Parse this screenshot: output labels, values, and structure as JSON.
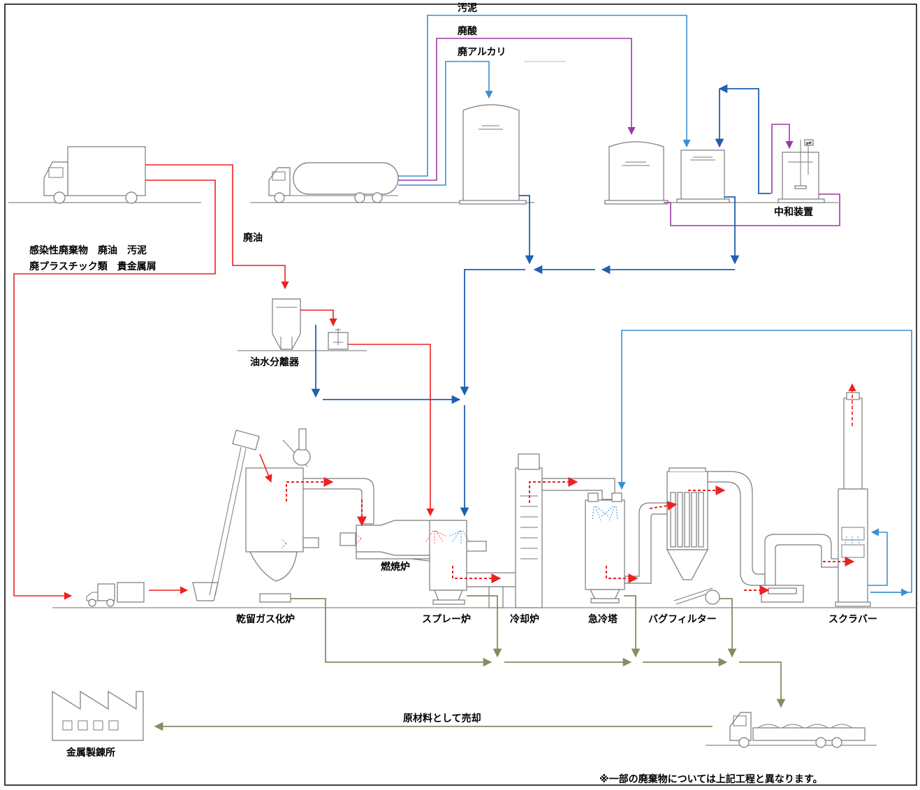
{
  "colors": {
    "waste_gas_flow": "#ee2020",
    "water_flow": "#1f5fb0",
    "scrubber_water_flow": "#3b8fd0",
    "acid_flow": "#9a3aa3",
    "residue_flow": "#8a8a62"
  },
  "labels": {
    "sludge": "汚泥",
    "waste_acid": "廃酸",
    "waste_alkali": "廃アルカリ",
    "waste_oil": "廃油",
    "inputs_line1": "感染性廃棄物　廃油　汚泥",
    "inputs_line2": "廃プラスチック類　貴金属屑",
    "neutralizer": "中和装置",
    "oil_water_separator": "油水分離器",
    "combustion_furnace": "燃焼炉",
    "gasification_furnace": "乾留ガス化炉",
    "spray_furnace": "スプレー炉",
    "cooling_furnace": "冷却炉",
    "quench_tower": "急冷塔",
    "bag_filter": "バグフィルター",
    "scrubber": "スクラバー",
    "sold_as_raw_material": "原材料として売却",
    "metal_smelter": "金属製錬所",
    "footnote": "※一部の廃棄物については上記工程と異なります。"
  },
  "icons": {
    "truck": "box-truck-icon",
    "tanker": "tanker-truck-icon",
    "factory": "factory-icon",
    "ph_meter": "ph-meter-icon"
  },
  "ph_meter_text": "pH"
}
